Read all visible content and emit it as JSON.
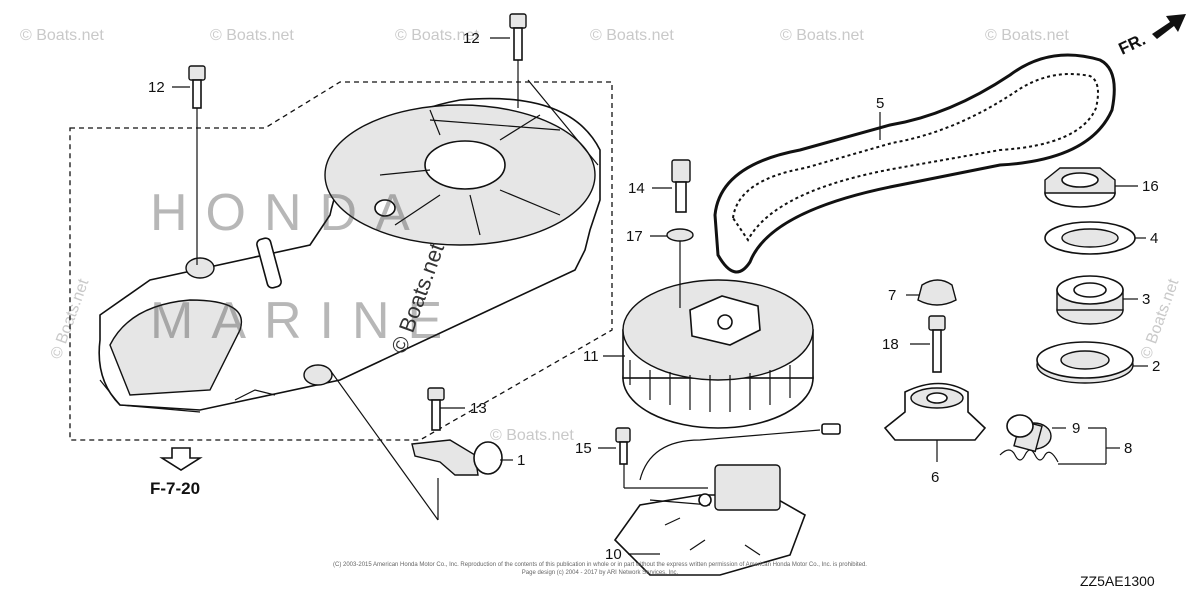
{
  "callouts": [
    {
      "id": "1",
      "label": "1"
    },
    {
      "id": "2",
      "label": "2"
    },
    {
      "id": "3",
      "label": "3"
    },
    {
      "id": "4",
      "label": "4"
    },
    {
      "id": "5",
      "label": "5"
    },
    {
      "id": "6",
      "label": "6"
    },
    {
      "id": "7",
      "label": "7"
    },
    {
      "id": "8",
      "label": "8"
    },
    {
      "id": "9",
      "label": "9"
    },
    {
      "id": "10",
      "label": "10"
    },
    {
      "id": "11",
      "label": "11"
    },
    {
      "id": "12a",
      "label": "12"
    },
    {
      "id": "12b",
      "label": "12"
    },
    {
      "id": "13",
      "label": "13"
    },
    {
      "id": "14",
      "label": "14"
    },
    {
      "id": "15",
      "label": "15"
    },
    {
      "id": "16",
      "label": "16"
    },
    {
      "id": "17",
      "label": "17"
    },
    {
      "id": "18",
      "label": "18"
    }
  ],
  "reference": "F-7-20",
  "direction": "FR.",
  "diagram_code": "ZZ5AE1300",
  "copyright_line1": "(C) 2003-2015 American Honda Motor Co., Inc. Reproduction of the contents of this publication in whole or in part without the express written permission of American Honda Motor Co., Inc. is prohibited.",
  "copyright_line2": "Page design (c) 2004 - 2017 by ARI Network Services, Inc.",
  "watermarks": {
    "site": "© Boats.net",
    "brand_top": "HONDA",
    "brand_bottom": "MARINE"
  }
}
